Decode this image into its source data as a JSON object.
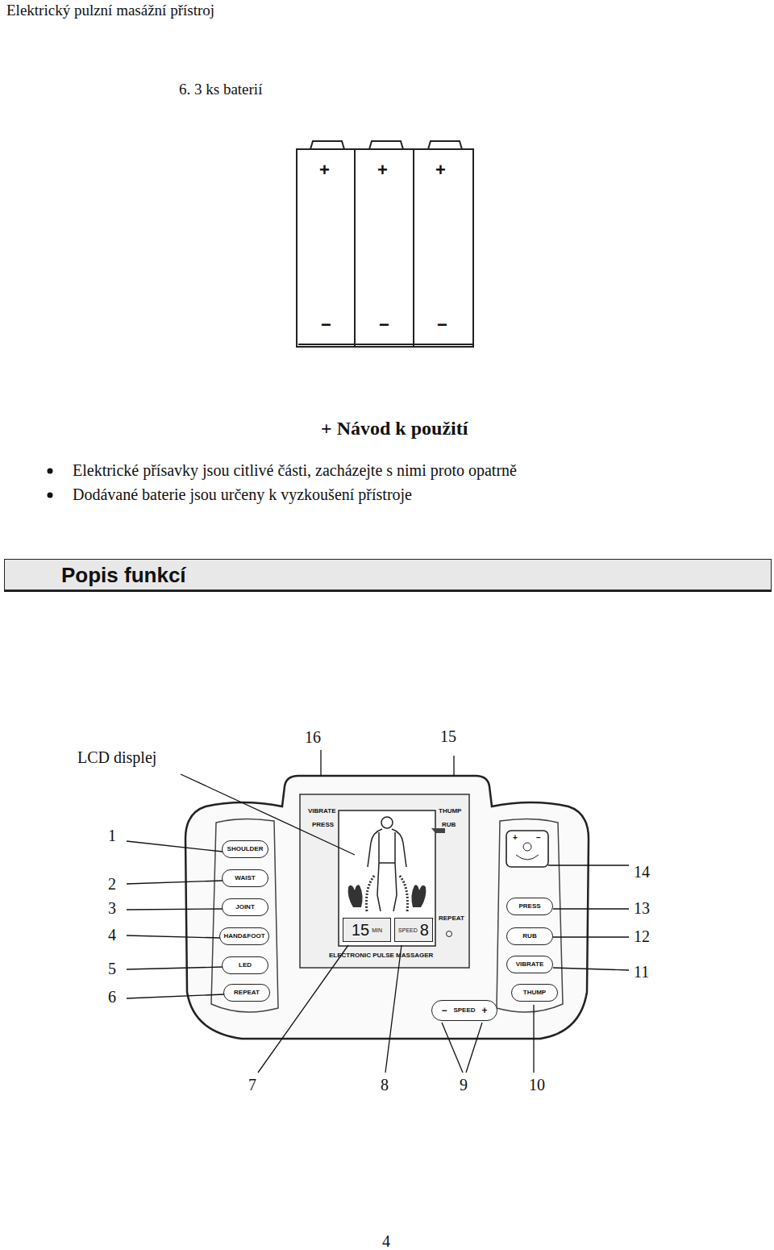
{
  "diagram": {
    "nodes": [
      {
        "text": [
          "Popis funkcí"
        ]
      },
      {
        "text": [
          "SHOULDER"
        ]
      },
      {
        "text": [
          "WAIST"
        ]
      },
      {
        "text": [
          "JOINT"
        ]
      },
      {
        "text": [
          "HAND&FOOT"
        ]
      },
      {
        "text": [
          "LED"
        ]
      },
      {
        "text": [
          "REPEAT"
        ]
      },
      {
        "text": [
          "15",
          "MIN"
        ]
      },
      {
        "text": [
          "SPEED",
          "8"
        ]
      },
      {
        "text": [
          "PRESS"
        ]
      },
      {
        "text": [
          "RUB"
        ]
      },
      {
        "text": [
          "VIBRATE"
        ]
      },
      {
        "text": [
          "THUMP"
        ]
      },
      {
        "text": [
          "−",
          "SPEED",
          "+"
        ]
      }
    ],
    "labels": [
      "Elektrický pulzní masážní přístroj",
      "6. 3 ks baterií",
      "+",
      "+",
      "+",
      "−",
      "−",
      "−",
      "+ Návod k použití",
      "Elektrické přísavky jsou citlivé části, zacházejte s nimi proto opatrně",
      "Dodávané baterie jsou určeny k vyzkoušení přístroje",
      "LCD displej",
      "16",
      "15",
      "1",
      "VIBRATE",
      "PRESS",
      "THUMP",
      "RUB",
      "+",
      "−",
      "14",
      "2",
      "3",
      "13",
      "4",
      "REPEAT",
      "12",
      "5",
      "ELECTRONIC PULSE MASSAGER",
      "11",
      "6",
      "7",
      "8",
      "9",
      "10",
      "4"
    ]
  }
}
